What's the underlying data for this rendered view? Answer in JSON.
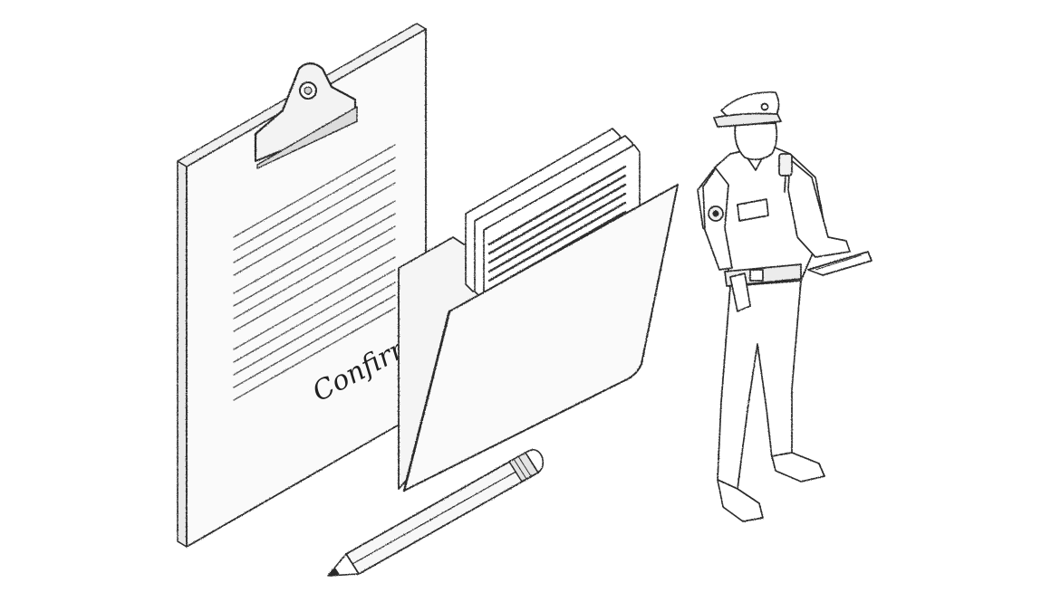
{
  "illustration": {
    "style": "pencil-sketch line art",
    "colors": {
      "background": "#ffffff",
      "ink": "#2b2b2b",
      "paper": "#fafafa",
      "shade": "#e9e9e9"
    },
    "clipboard": {
      "signature_text": "Confirm"
    },
    "icons": [
      "clipboard-icon",
      "folder-icon",
      "pencil-icon",
      "officer-figure"
    ]
  }
}
